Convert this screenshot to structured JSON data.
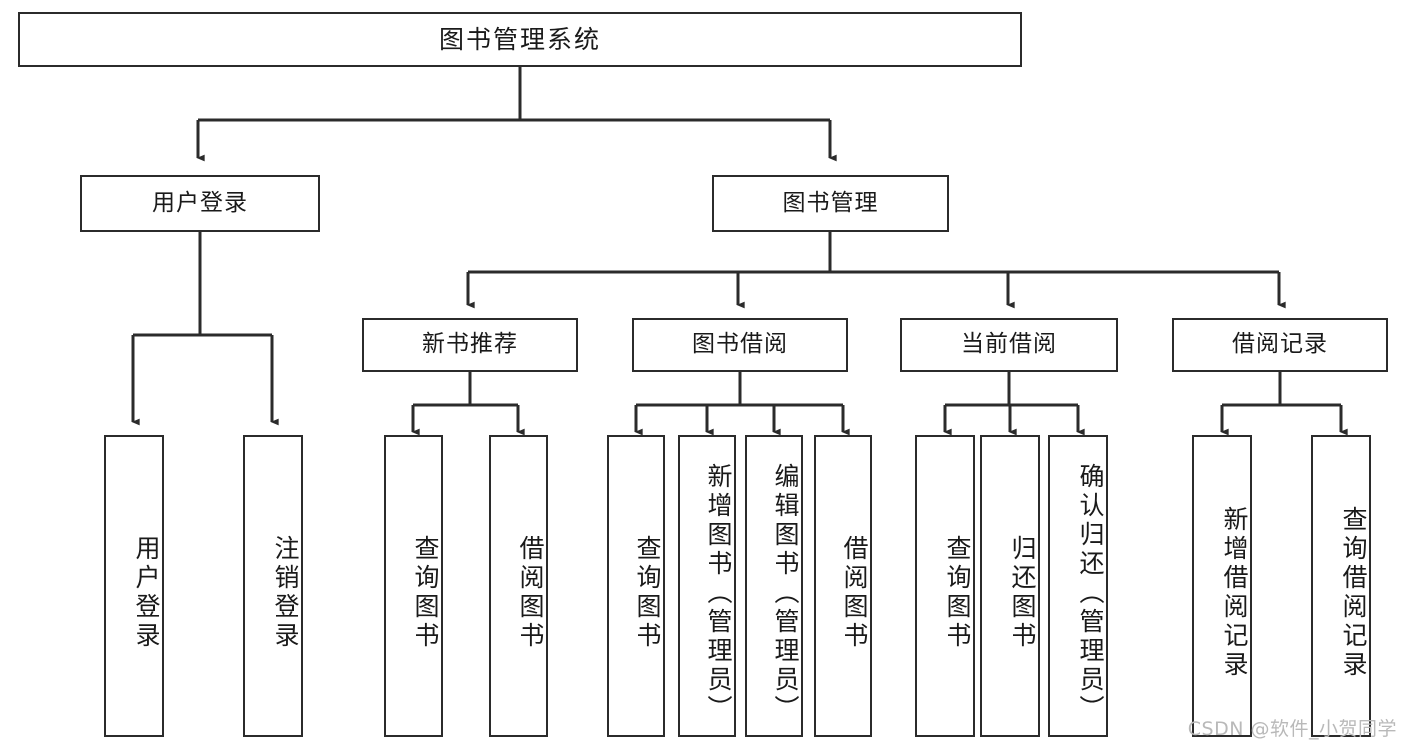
{
  "diagram": {
    "title": "图书管理系统",
    "type": "tree-hierarchy-diagram",
    "colors": {
      "box_border": "#2b2b2b",
      "box_fill": "#ffffff",
      "connector": "#3a3a3a",
      "text": "#1a1a1a",
      "watermark": "#b9b9b9",
      "background": "#ffffff"
    },
    "watermark": "CSDN @软件_小贺同学",
    "levels": {
      "level1": [
        {
          "id": "root",
          "label": "图书管理系统"
        }
      ],
      "level2": [
        {
          "id": "user-login",
          "label": "用户登录",
          "parent": "root"
        },
        {
          "id": "book-manage",
          "label": "图书管理",
          "parent": "root"
        }
      ],
      "level3": [
        {
          "id": "new-book-rec",
          "label": "新书推荐",
          "parent": "book-manage"
        },
        {
          "id": "book-borrow",
          "label": "图书借阅",
          "parent": "book-manage"
        },
        {
          "id": "current-borrow",
          "label": "当前借阅",
          "parent": "book-manage"
        },
        {
          "id": "borrow-record",
          "label": "借阅记录",
          "parent": "book-manage"
        }
      ],
      "leaves": [
        {
          "id": "leaf-user-login",
          "label": "用户登录",
          "parent": "user-login"
        },
        {
          "id": "leaf-user-logout",
          "label": "注销登录",
          "parent": "user-login"
        },
        {
          "id": "leaf-query-book-1",
          "label": "查询图书",
          "parent": "new-book-rec"
        },
        {
          "id": "leaf-borrow-book-1",
          "label": "借阅图书",
          "parent": "new-book-rec"
        },
        {
          "id": "leaf-query-book-2",
          "label": "查询图书",
          "parent": "book-borrow"
        },
        {
          "id": "leaf-add-book",
          "label": "新增图书（管理员）",
          "parent": "book-borrow"
        },
        {
          "id": "leaf-edit-book",
          "label": "编辑图书（管理员）",
          "parent": "book-borrow"
        },
        {
          "id": "leaf-borrow-book-2",
          "label": "借阅图书",
          "parent": "book-borrow"
        },
        {
          "id": "leaf-query-book-3",
          "label": "查询图书",
          "parent": "current-borrow"
        },
        {
          "id": "leaf-return-book",
          "label": "归还图书",
          "parent": "current-borrow"
        },
        {
          "id": "leaf-confirm-return",
          "label": "确认归还（管理员）",
          "parent": "current-borrow"
        },
        {
          "id": "leaf-add-record",
          "label": "新增借阅记录",
          "parent": "borrow-record"
        },
        {
          "id": "leaf-query-record",
          "label": "查询借阅记录",
          "parent": "borrow-record"
        }
      ]
    }
  }
}
